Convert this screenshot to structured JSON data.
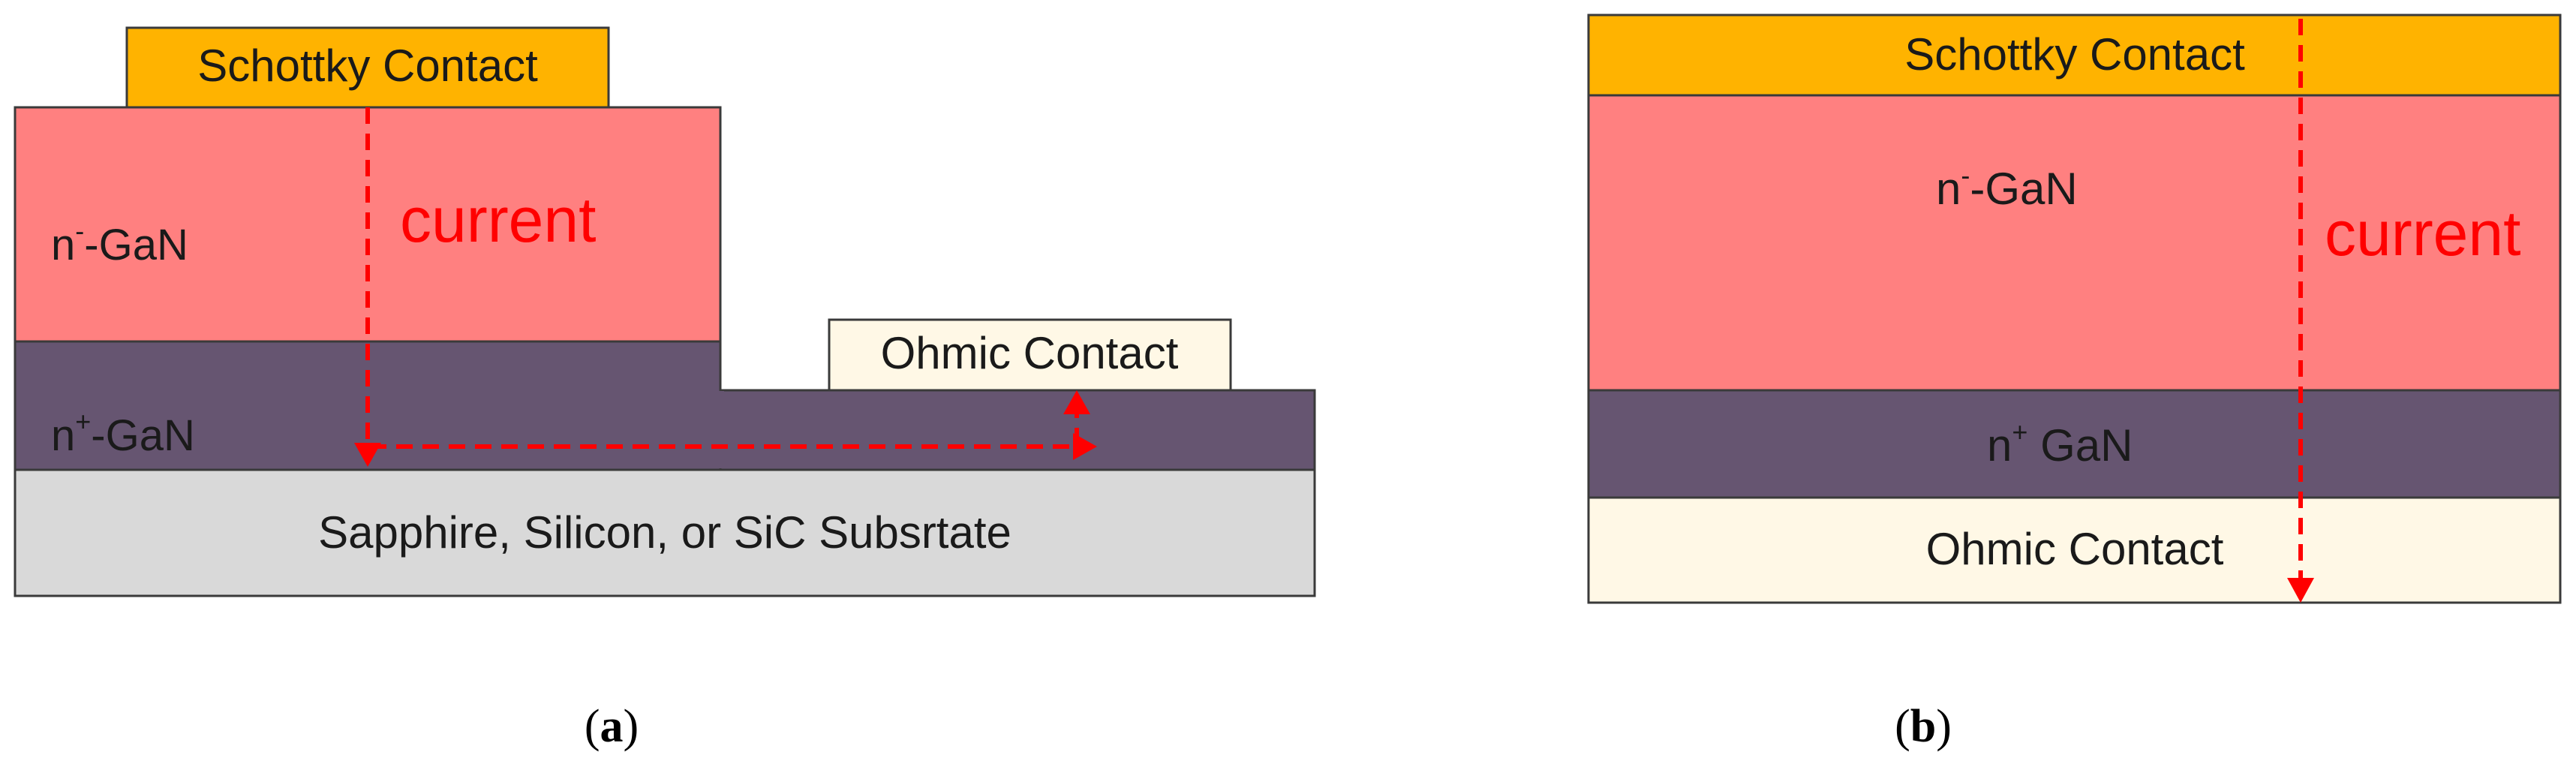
{
  "colors": {
    "schottky": "#FFB300",
    "n_minus": "#FF8080",
    "n_plus": "#665571",
    "substrate": "#D9D9D9",
    "ohmic": "#FFF8E6",
    "current": "#FF0000"
  },
  "panel_a": {
    "schottky_label": "Schottky Contact",
    "n_minus_base": "n",
    "n_minus_sup": "-",
    "n_minus_rest": "-GaN",
    "n_plus_base": "n",
    "n_plus_sup": "+",
    "n_plus_rest": "-GaN",
    "ohmic_label": "Ohmic Contact",
    "substrate_label": "Sapphire, Silicon, or SiC Subsrtate",
    "current_label": "current",
    "caption_letter": "a"
  },
  "panel_b": {
    "schottky_label": "Schottky Contact",
    "n_minus_base": "n",
    "n_minus_sup": "-",
    "n_minus_rest": "-GaN",
    "n_plus_base": "n",
    "n_plus_sup": "+",
    "n_plus_rest": " GaN",
    "ohmic_label": "Ohmic Contact",
    "current_label": "current",
    "caption_letter": "b"
  }
}
